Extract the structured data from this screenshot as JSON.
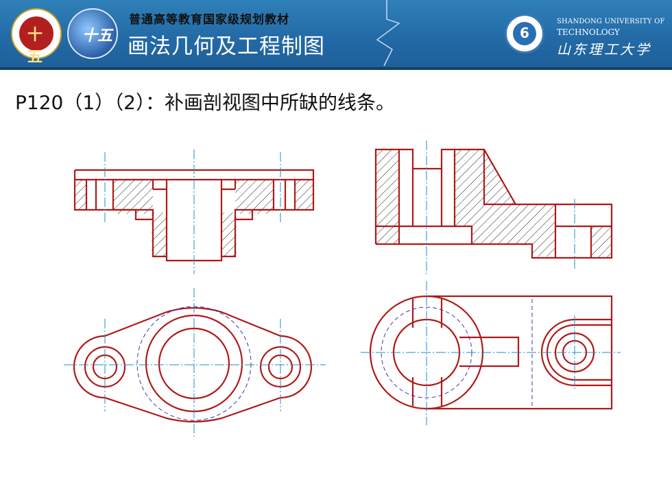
{
  "header": {
    "series_text": "普通高等教育国家级规划教材",
    "book_title": "画法几何及工程制图",
    "logo_left_text": "十五",
    "logo_mid_text": "十五",
    "university_en_line1": "SHANDONG UNIVERSITY OF",
    "university_en_line2": "TECHNOLOGY",
    "university_cn": "山东理工大学"
  },
  "slide": {
    "title": "P120（1）（2）：补画剖视图中所缺的线条。"
  },
  "colors": {
    "banner": "#236aa6",
    "outline": "#b01818",
    "center_line": "#1a8fc8",
    "hidden_line": "#3a3aa0",
    "hatch": "#222222"
  },
  "figures": [
    {
      "name": "exercise-1-section-view",
      "icon": "flange-section-drawing"
    },
    {
      "name": "exercise-2-section-view",
      "icon": "bracket-section-drawing"
    },
    {
      "name": "exercise-1-top-view",
      "icon": "flange-top-view-drawing"
    },
    {
      "name": "exercise-2-top-view",
      "icon": "bracket-top-view-drawing"
    }
  ]
}
